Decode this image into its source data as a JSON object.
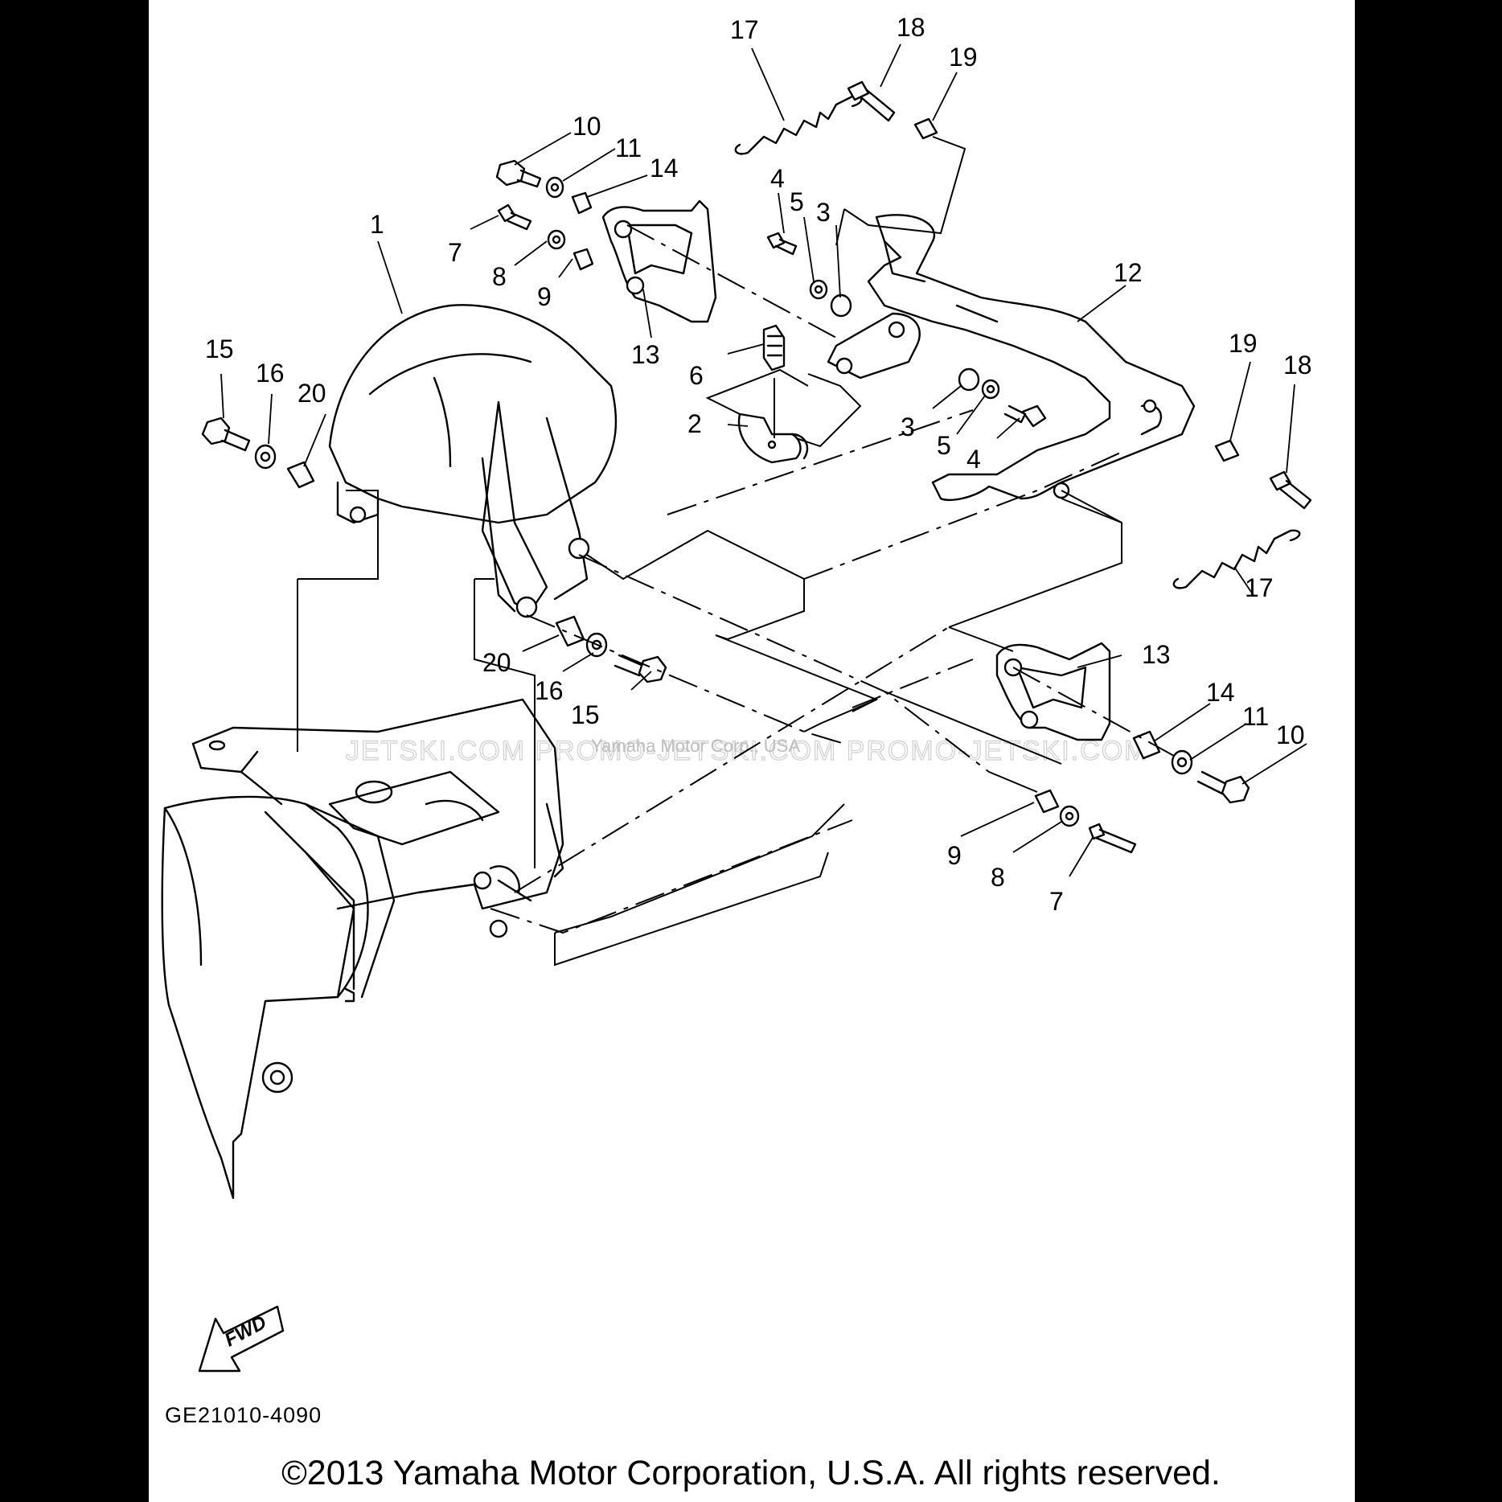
{
  "callouts": [
    "1",
    "2",
    "3",
    "3",
    "4",
    "4",
    "5",
    "5",
    "6",
    "7",
    "7",
    "8",
    "8",
    "9",
    "9",
    "10",
    "10",
    "11",
    "11",
    "12",
    "13",
    "13",
    "14",
    "14",
    "15",
    "15",
    "16",
    "16",
    "17",
    "17",
    "18",
    "18",
    "19",
    "19",
    "20",
    "20"
  ],
  "direction_label": "FWD",
  "watermark": {
    "site_text": "JETSKI.COM   PROMO-JETSKI.COM   PROMO-JETSKI.COM",
    "owner_text": "Yamaha Motor Corp., USA"
  },
  "diagram_code": "GE21010-4090",
  "copyright": "©2013 Yamaha Motor Corporation, U.S.A. All rights reserved."
}
